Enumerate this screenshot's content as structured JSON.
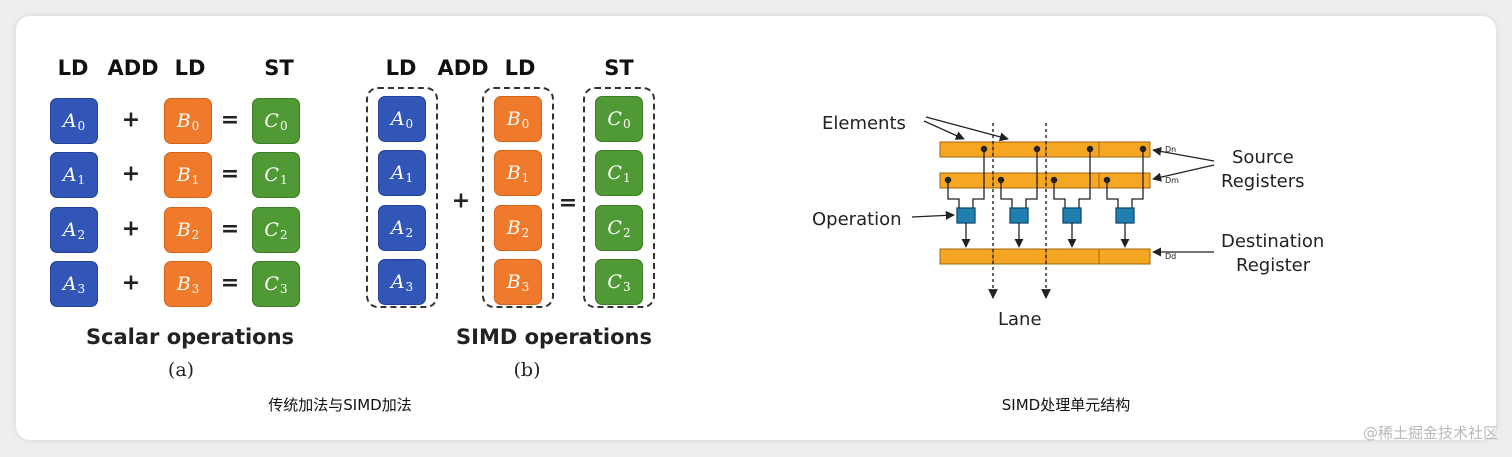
{
  "left_panel": {
    "scalar": {
      "headers": [
        "LD",
        "ADD",
        "LD",
        "ST"
      ],
      "rows": [
        {
          "a": "A",
          "b": "B",
          "c": "C",
          "idx": "0"
        },
        {
          "a": "A",
          "b": "B",
          "c": "C",
          "idx": "1"
        },
        {
          "a": "A",
          "b": "B",
          "c": "C",
          "idx": "2"
        },
        {
          "a": "A",
          "b": "B",
          "c": "C",
          "idx": "3"
        }
      ],
      "plus": "+",
      "equals": "=",
      "title": "Scalar operations",
      "label": "(a)"
    },
    "simd": {
      "headers": [
        "LD",
        "ADD",
        "LD",
        "ST"
      ],
      "idx": [
        "0",
        "1",
        "2",
        "3"
      ],
      "a": "A",
      "b": "B",
      "c": "C",
      "plus": "+",
      "equals": "=",
      "title": "SIMD operations",
      "label": "(b)"
    },
    "caption": "传统加法与SIMD加法"
  },
  "right_panel": {
    "labels": {
      "elements": "Elements",
      "source": "Source",
      "registers": "Registers",
      "operation": "Operation",
      "destination": "Destination",
      "register": "Register",
      "lane": "Lane",
      "dn": "Dn",
      "dm": "Dm",
      "dd": "Dd"
    },
    "caption": "SIMD处理单元结构"
  },
  "colors": {
    "blue": "#3156b8",
    "orange": "#f07a2b",
    "green": "#4f9a35",
    "register_fill": "#f5a623",
    "op_unit": "#1f7fb0"
  },
  "watermark": "@稀土掘金技术社区"
}
